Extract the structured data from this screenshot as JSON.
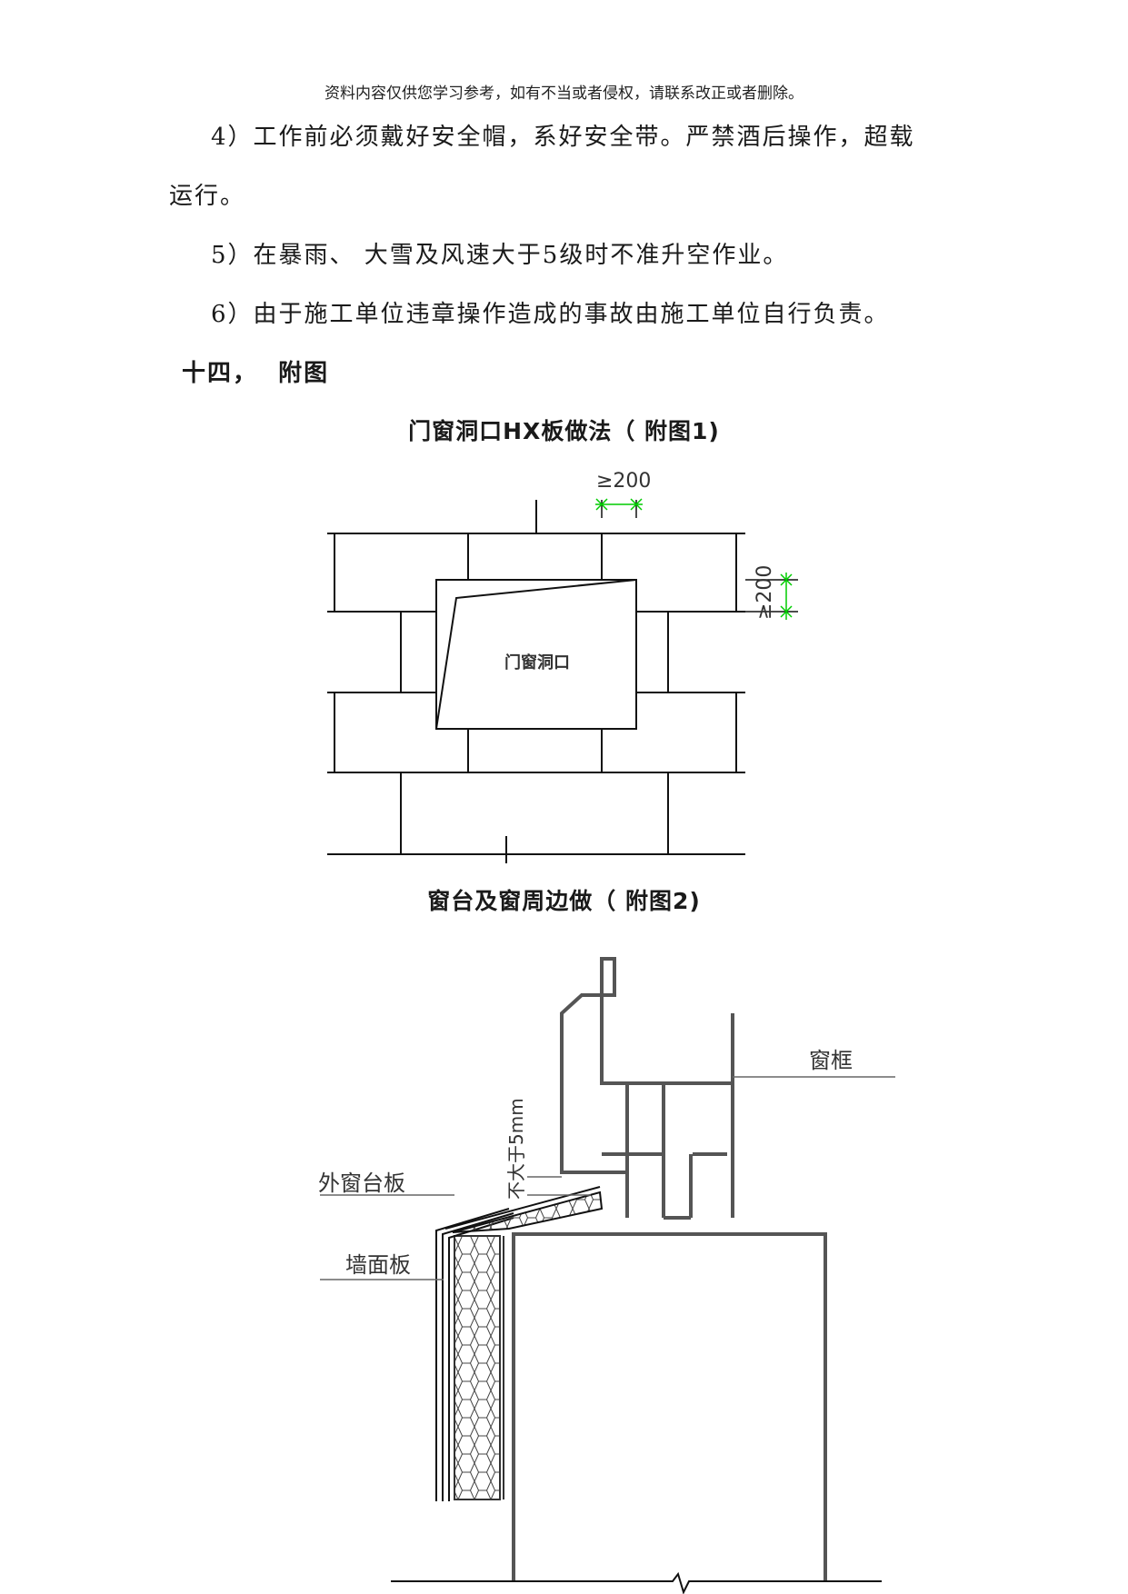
{
  "header_note": "资料内容仅供您学习参考，如有不当或者侵权，请联系改正或者删除。",
  "paragraphs": {
    "item4_line1": "4）工作前必须戴好安全帽，系好安全带。严禁酒后操作，超载",
    "item4_line2": "运行。",
    "item5": "5）在暴雨、 大雪及风速大于5级时不准升空作业。",
    "item6": "6）由于施工单位违章操作造成的事故由施工单位自行负责。"
  },
  "section_title": "十四，  附图",
  "figure1": {
    "caption": "门窗洞口HX板做法（ 附图1)",
    "label_opening": "门窗洞口",
    "dim_horizontal": "≥200",
    "dim_vertical": "≥200"
  },
  "figure2": {
    "caption": "窗台及窗周边做（ 附图2)",
    "label_frame": "窗框",
    "label_sill_board": "外窗台板",
    "label_wall_board": "墙面板",
    "label_gap": "不大于5mm"
  },
  "colors": {
    "line": "#111111",
    "dimension": "#00cc00",
    "gray_line": "#555555"
  }
}
